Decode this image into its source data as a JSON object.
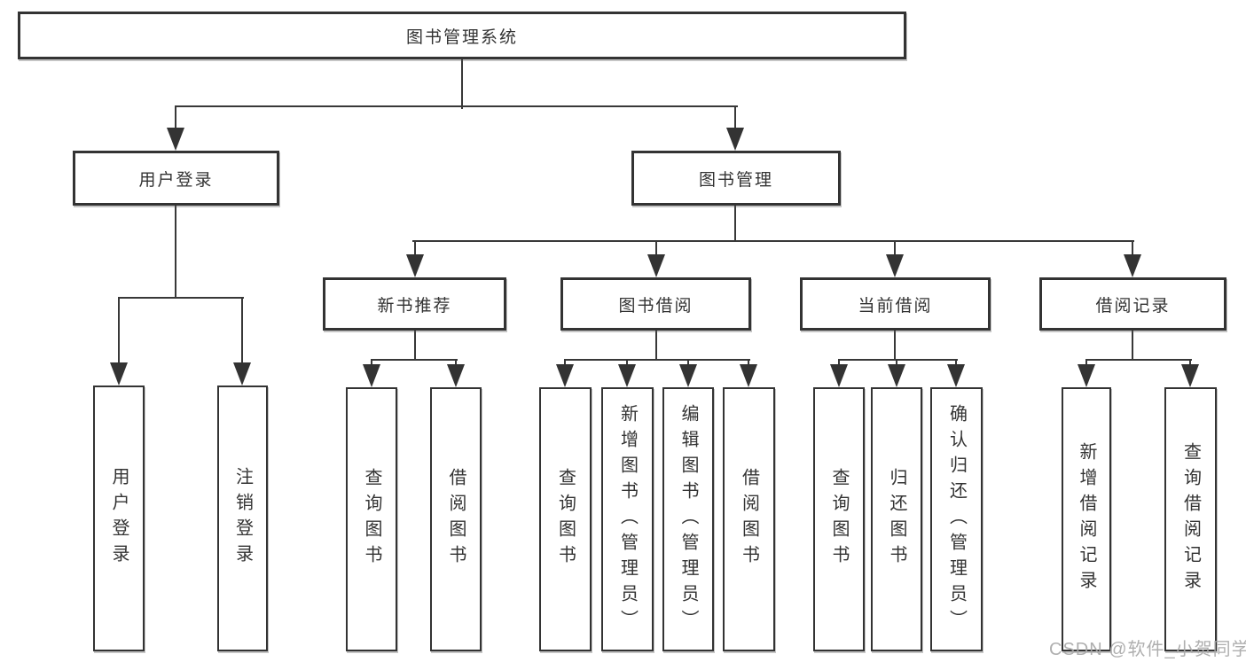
{
  "diagram_type": "hierarchy",
  "colors": {
    "background": "#ffffff",
    "box_border": "#333333",
    "connector_line": "#383838",
    "text": "#333333",
    "watermark_text": "#a8a8a8"
  },
  "tree": {
    "label": "图书管理系统",
    "children": [
      {
        "label": "用户登录",
        "children": [
          {
            "label": "用户登录"
          },
          {
            "label": "注销登录"
          }
        ]
      },
      {
        "label": "图书管理",
        "children": [
          {
            "label": "新书推荐",
            "children": [
              {
                "label": "查询图书"
              },
              {
                "label": "借阅图书"
              }
            ]
          },
          {
            "label": "图书借阅",
            "children": [
              {
                "label": "查询图书"
              },
              {
                "label": "新增图书（管理员）"
              },
              {
                "label": "编辑图书（管理员）"
              },
              {
                "label": "借阅图书"
              }
            ]
          },
          {
            "label": "当前借阅",
            "children": [
              {
                "label": "查询图书"
              },
              {
                "label": "归还图书"
              },
              {
                "label": "确认归还（管理员）"
              }
            ]
          },
          {
            "label": "借阅记录",
            "children": [
              {
                "label": "新增借阅记录"
              },
              {
                "label": "查询借阅记录"
              }
            ]
          }
        ]
      }
    ]
  },
  "watermark": {
    "text": "CSDN @软件_小贺同学"
  }
}
